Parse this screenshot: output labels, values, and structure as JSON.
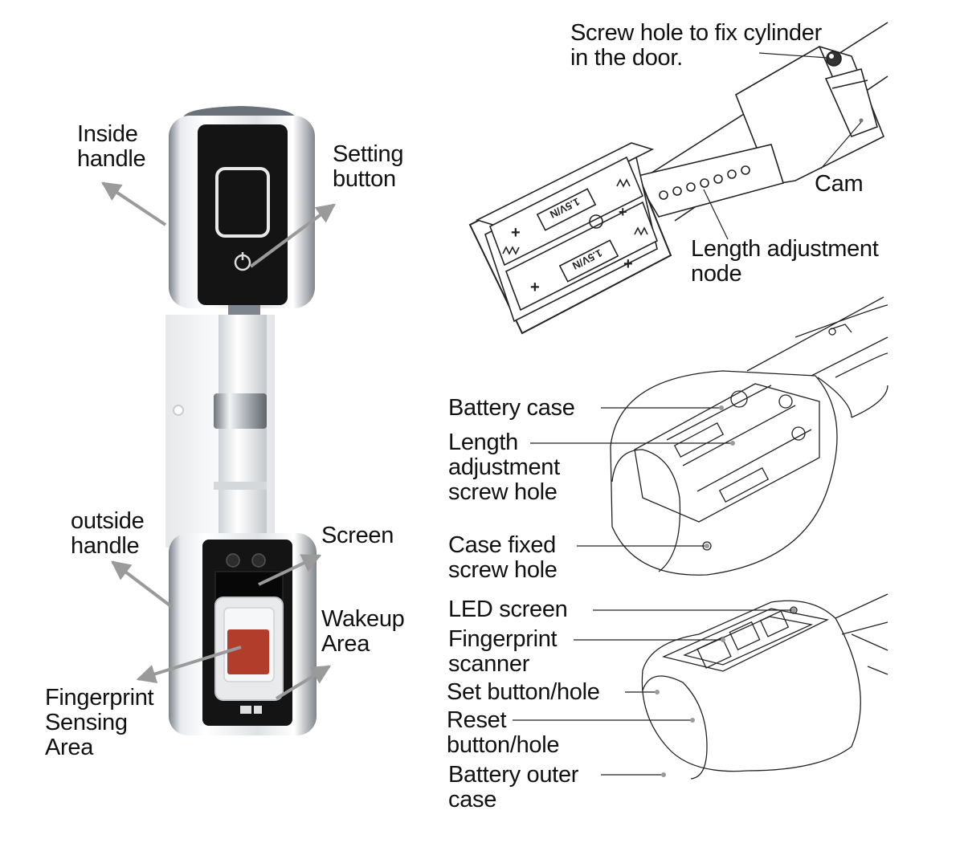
{
  "product_labels": {
    "inside_handle": [
      "Inside",
      "handle"
    ],
    "setting_button": [
      "Setting",
      "button"
    ],
    "outside_handle": [
      "outside",
      "handle"
    ],
    "screen": "Screen",
    "wakeup_area": [
      "Wakeup",
      "Area"
    ],
    "fingerprint_area": [
      "Fingerprint",
      "Sensing",
      "Area"
    ]
  },
  "cylinder_labels": {
    "screw_hole": [
      "Screw hole to fix cylinder",
      "in the door."
    ],
    "cam": "Cam",
    "length_node": [
      "Length adjustment",
      "node"
    ],
    "battery_text": "1.5V/N"
  },
  "case_labels": {
    "battery_case": "Battery case",
    "length_screw_hole": [
      "Length",
      "adjustment",
      "screw hole"
    ],
    "case_fixed": [
      "Case fixed",
      "screw hole"
    ]
  },
  "outer_labels": {
    "led_screen": "LED screen",
    "fingerprint_scanner": [
      "Fingerprint",
      "scanner"
    ],
    "set_button": "Set button/hole",
    "reset_button": [
      "Reset",
      "button/hole"
    ],
    "battery_outer": [
      "Battery outer",
      "case"
    ]
  },
  "colors": {
    "arrow": "#9a9a9a",
    "chrome_dark": "#8d9399",
    "chrome_light": "#f1f3f5",
    "panel": "#141414",
    "sensor": "#b23d2a",
    "line_art": "#222222"
  }
}
